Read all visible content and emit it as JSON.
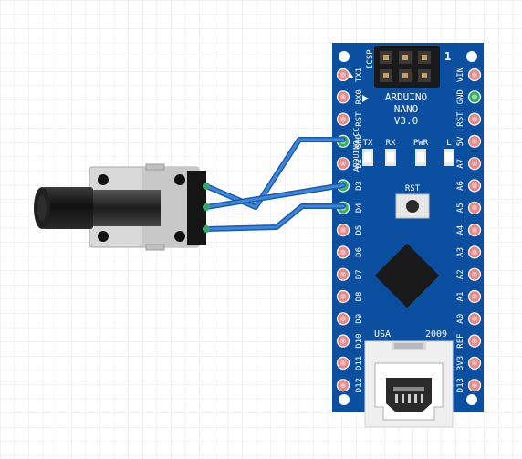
{
  "board": {
    "line1": "ARDUINO",
    "line2": "NANO",
    "line3": "V3.0",
    "icsp": "ICSP",
    "icsp_num": "1",
    "site": "ARDUINO.CC",
    "rst": "RST",
    "usa": "USA",
    "year": "2009",
    "leds": [
      "TX",
      "RX",
      "PWR",
      "L"
    ],
    "left_pins": [
      "TX1",
      "RX0",
      "RST",
      "GND",
      "D2",
      "D3",
      "D4",
      "D5",
      "D6",
      "D7",
      "D8",
      "D9",
      "D10",
      "D11",
      "D12"
    ],
    "right_pins": [
      "VIN",
      "GND",
      "RST",
      "5V",
      "A7",
      "A6",
      "A5",
      "A4",
      "A3",
      "A2",
      "A1",
      "A0",
      "REF",
      "3V3",
      "D13"
    ]
  },
  "colors": {
    "board": "#0b4fa1",
    "wire": "#2a76d2",
    "wire_dark": "#1d5aa8",
    "pin": "#e28a8a",
    "pin_connected": "#36b05a",
    "chip": "#1a1a1a"
  }
}
